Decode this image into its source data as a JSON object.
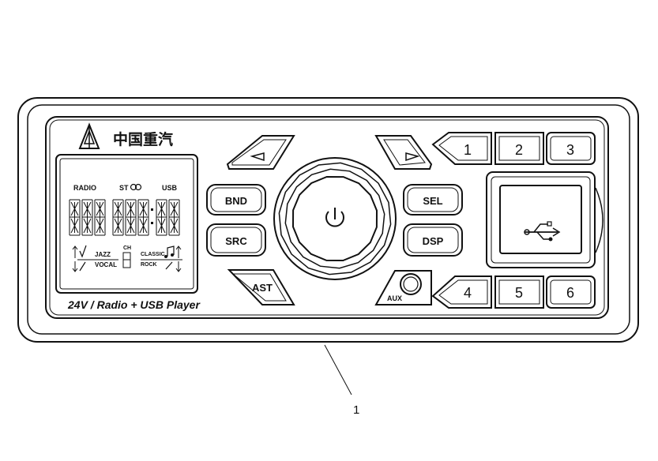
{
  "brand": {
    "name": "中国重汽"
  },
  "lcd": {
    "radio": "RADIO",
    "st": "ST",
    "usb": "USB",
    "jazz": "JAZZ",
    "vocal": "VOCAL",
    "ch": "CH",
    "classic": "CLASSIC",
    "rock": "ROCK"
  },
  "tagline": "24V / Radio + USB Player",
  "buttons": {
    "bnd": "BND",
    "src": "SRC",
    "ast": "AST",
    "sel": "SEL",
    "dsp": "DSP",
    "aux": "AUX",
    "presets": [
      "1",
      "2",
      "3",
      "4",
      "5",
      "6"
    ]
  },
  "callout": "1",
  "icons": {
    "prev": "left-triangle-icon",
    "next": "right-triangle-icon",
    "power": "power-icon",
    "usb": "usb-icon",
    "stereo": "stereo-icon",
    "note": "music-note-icon",
    "logo": "sinotruk-logo-icon"
  }
}
